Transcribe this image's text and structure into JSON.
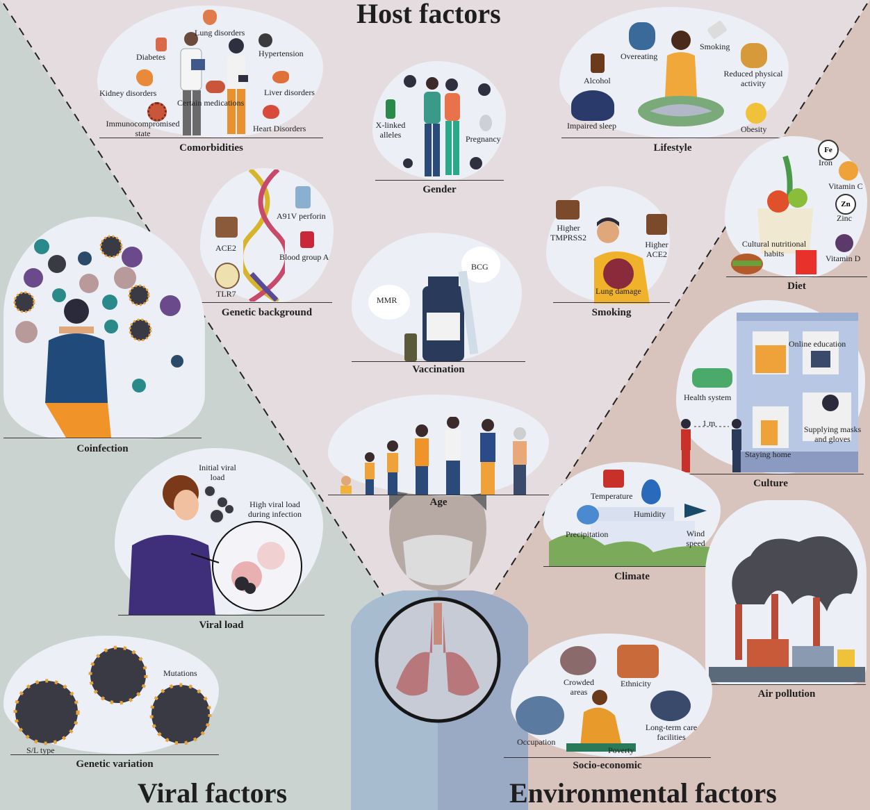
{
  "titles": {
    "host": "Host factors",
    "viral": "Viral factors",
    "environmental": "Environmental factors"
  },
  "host": {
    "comorbidities": {
      "caption": "Comorbidities",
      "labels": [
        "Lung disorders",
        "Diabetes",
        "Hypertension",
        "Kidney disorders",
        "Liver disorders",
        "Certain medications",
        "Immunocompromised state",
        "Heart Disorders"
      ]
    },
    "gender": {
      "caption": "Gender",
      "labels": [
        "X-linked alleles",
        "Pregnancy"
      ]
    },
    "lifestyle": {
      "caption": "Lifestyle",
      "labels": [
        "Overeating",
        "Smoking",
        "Alcohol",
        "Reduced physical activity",
        "Impaired sleep",
        "Obesity"
      ]
    },
    "genetic_background": {
      "caption": "Genetic background",
      "labels": [
        "A91V perforin",
        "ACE2",
        "Blood group A",
        "TLR7"
      ]
    },
    "smoking": {
      "caption": "Smoking",
      "labels": [
        "Higher TMPRSS2",
        "Higher ACE2",
        "Lung damage"
      ]
    },
    "vaccination": {
      "caption": "Vaccination",
      "labels": [
        "BCG",
        "MMR"
      ]
    },
    "age": {
      "caption": "Age"
    }
  },
  "viral": {
    "coinfection": {
      "caption": "Coinfection"
    },
    "viral_load": {
      "caption": "Viral load",
      "labels": [
        "Initial viral load",
        "High viral load during infection"
      ]
    },
    "genetic_variation": {
      "caption": "Genetic variation",
      "labels": [
        "Mutations",
        "S/L type"
      ]
    }
  },
  "environmental": {
    "diet": {
      "caption": "Diet",
      "labels": [
        "Iron",
        "Vitamin C",
        "Zinc",
        "Cultural nutritional habits",
        "Vitamin D"
      ],
      "symbols": [
        "Fe",
        "Zn"
      ]
    },
    "culture": {
      "caption": "Culture",
      "labels": [
        "Online education",
        "Health system",
        "1 m",
        "Supplying masks and gloves",
        "Staying home"
      ]
    },
    "climate": {
      "caption": "Climate",
      "labels": [
        "Temperature",
        "Humidity",
        "Precipitation",
        "Wind speed"
      ]
    },
    "air_pollution": {
      "caption": "Air pollution"
    },
    "socio_economic": {
      "caption": "Socio-economic",
      "labels": [
        "Crowded areas",
        "Ethnicity",
        "Occupation",
        "Long-term care facilities",
        "Poverty"
      ]
    }
  },
  "colors": {
    "viral_bg": "#cbd3d0",
    "host_bg": "#e4dcdf",
    "env_bg": "#d9c4bd",
    "blob": "#edeff6",
    "virus": "#3a3a44",
    "spike": "#e8a23a"
  }
}
